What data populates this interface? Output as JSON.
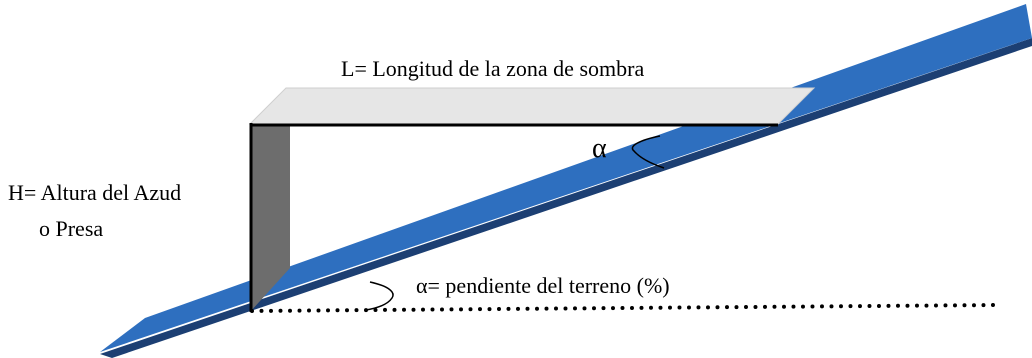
{
  "labels": {
    "length": "L= Longitud de la zona de sombra",
    "height_line1": "H= Altura del Azud",
    "height_line2": "o Presa",
    "alpha_symbol": "α",
    "slope": "α= pendiente del terreno (%)"
  },
  "colors": {
    "terrain_top": "#2e6fbf",
    "terrain_side": "#1c3f73",
    "dam_face": "#6d6d6d",
    "shadow_plane": "#e6e6e6",
    "outline": "#000000"
  }
}
